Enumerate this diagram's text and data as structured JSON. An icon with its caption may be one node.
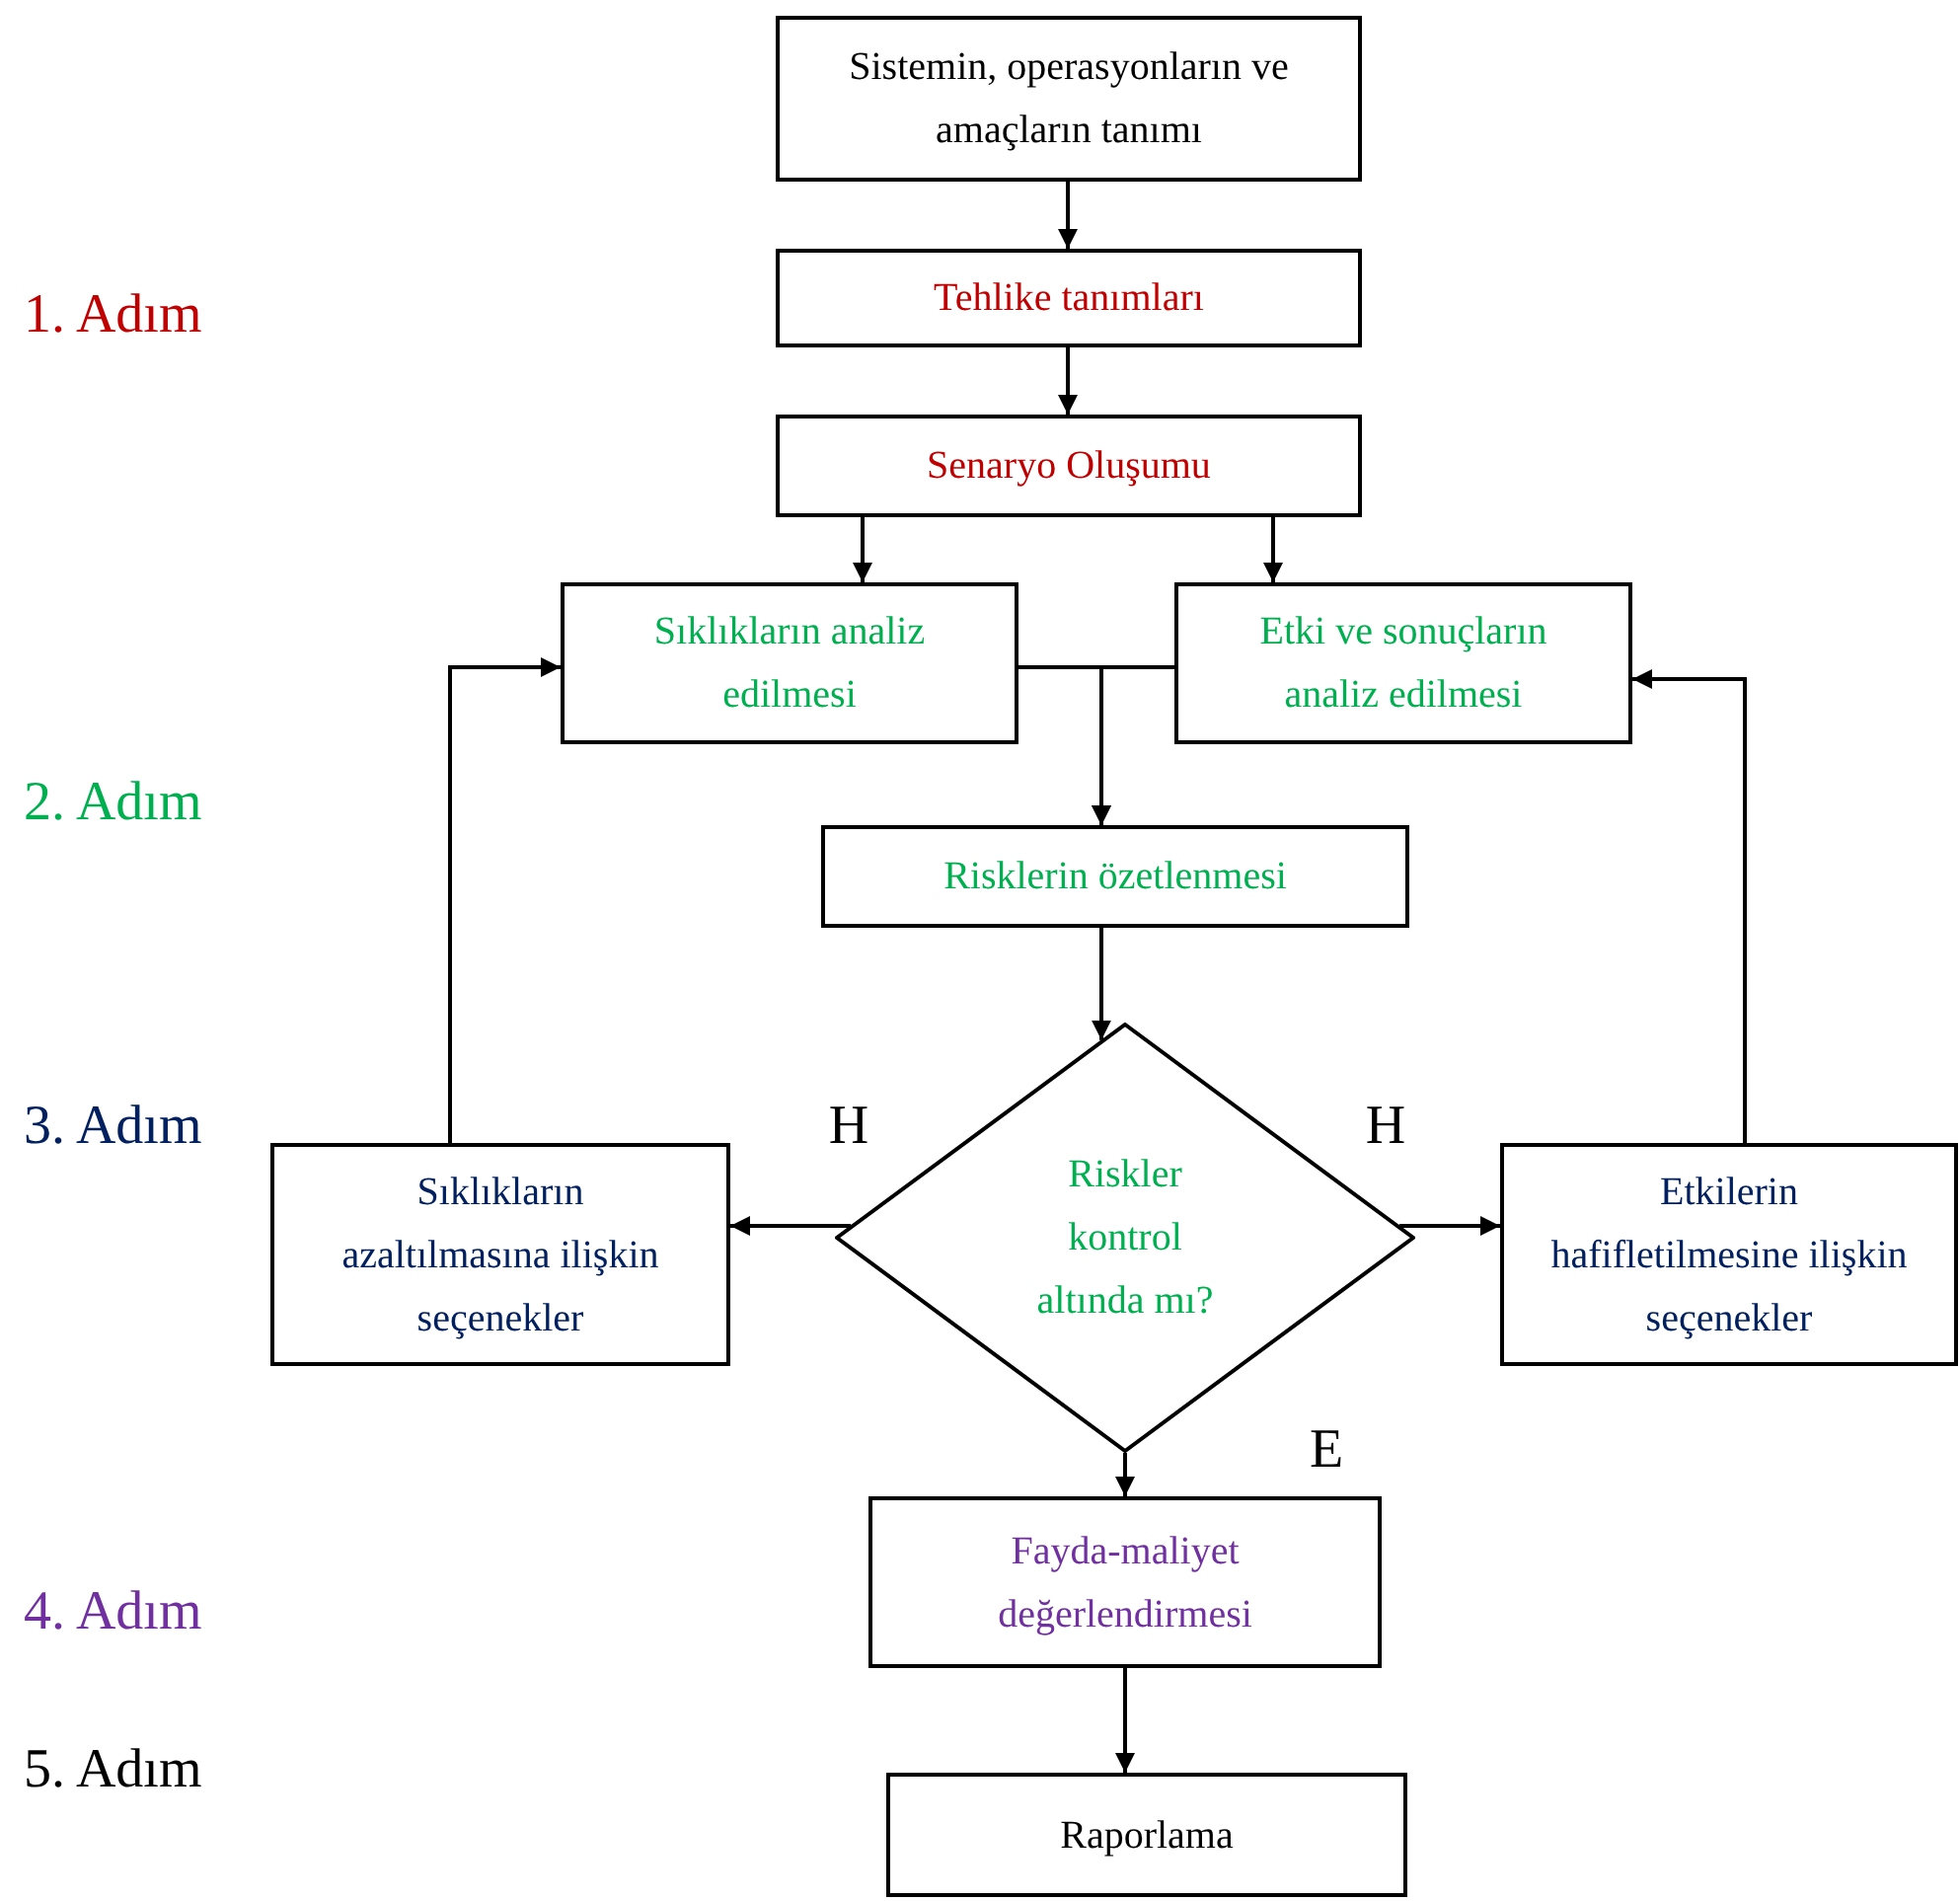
{
  "diagram": {
    "nodes": [
      {
        "text": [
          "Sistemin, operasyonların ve amaçların tanımı"
        ]
      },
      {
        "text": [
          "Tehlike tanımları"
        ]
      },
      {
        "text": [
          "Senaryo Oluşumu"
        ]
      },
      {
        "text": [
          "Sıklıkların analiz edilmesi"
        ]
      },
      {
        "text": [
          "Etki ve sonuçların analiz edilmesi"
        ]
      },
      {
        "text": [
          "Risklerin özetlenmesi"
        ]
      },
      {
        "text": [
          "Riskler kontrol altında mı?"
        ]
      },
      {
        "text": [
          "Sıklıkların azaltılmasına ilişkin seçenekler"
        ]
      },
      {
        "text": [
          "Etkilerin hafifletilmesine ilişkin seçenekler"
        ]
      },
      {
        "text": [
          "Fayda-maliyet değerlendirmesi"
        ]
      },
      {
        "text": [
          "Raporlama"
        ]
      }
    ],
    "edges": [
      {
        "from": 0,
        "to": 1,
        "arrow": "to"
      },
      {
        "from": 1,
        "to": 2,
        "arrow": "to"
      },
      {
        "from": 2,
        "to": 3,
        "arrow": "to"
      },
      {
        "from": 2,
        "to": 4,
        "arrow": "to"
      },
      {
        "from": 3,
        "to": 5,
        "arrow": "to"
      },
      {
        "from": 4,
        "to": 5,
        "arrow": "to"
      },
      {
        "from": 5,
        "to": 6,
        "arrow": "to"
      },
      {
        "from": 6,
        "to": 7,
        "label": "H",
        "arrow": "to"
      },
      {
        "from": 6,
        "to": 8,
        "label": "H",
        "arrow": "to"
      },
      {
        "from": 6,
        "to": 9,
        "label": "E",
        "arrow": "to"
      },
      {
        "from": 7,
        "to": 3,
        "arrow": "to"
      },
      {
        "from": 8,
        "to": 4,
        "arrow": "to"
      },
      {
        "from": 9,
        "to": 10,
        "arrow": "to"
      }
    ],
    "labels": [
      "1. Adım",
      "2. Adım",
      "3. Adım",
      "4. Adım",
      "5. Adım"
    ]
  }
}
